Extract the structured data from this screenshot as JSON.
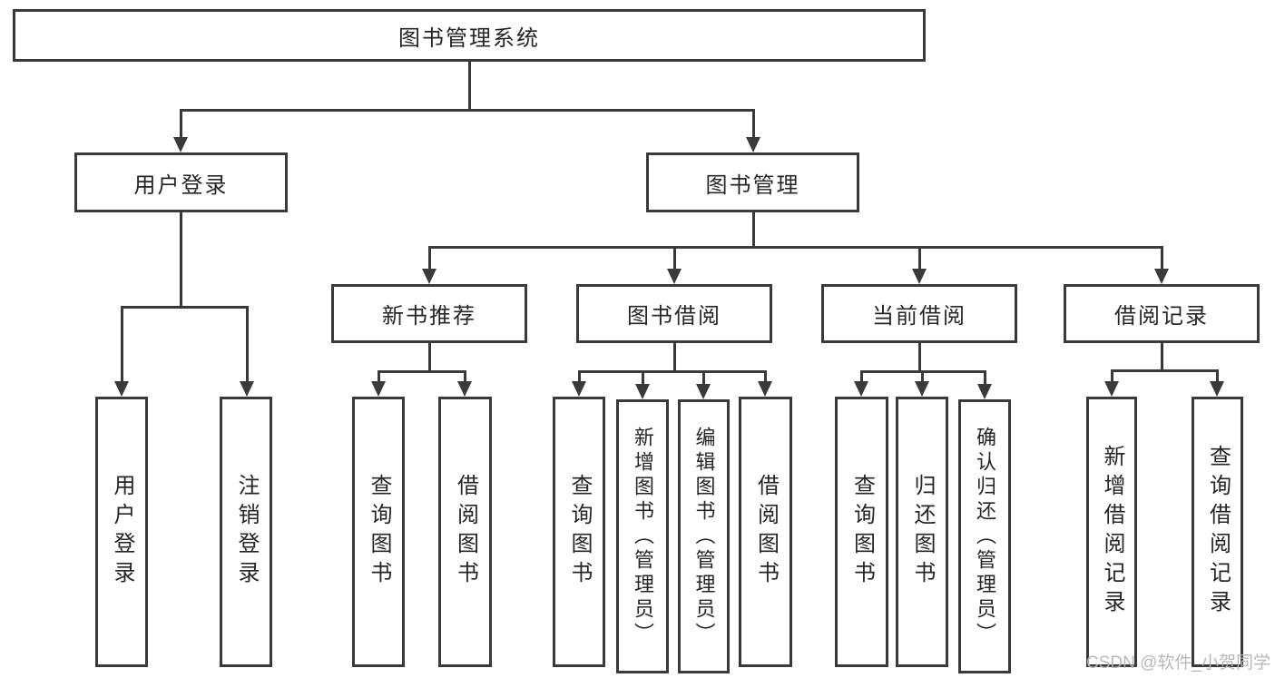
{
  "diagram": {
    "root": {
      "label": "图书管理系统"
    },
    "branches": [
      {
        "label": "用户登录",
        "children": [
          {
            "label": "用户登录"
          },
          {
            "label": "注销登录"
          }
        ]
      },
      {
        "label": "图书管理",
        "children": [
          {
            "label": "新书推荐",
            "children": [
              {
                "label": "查询图书"
              },
              {
                "label": "借阅图书"
              }
            ]
          },
          {
            "label": "图书借阅",
            "children": [
              {
                "label": "查询图书"
              },
              {
                "label": "新增图书（管理员）"
              },
              {
                "label": "编辑图书（管理员）"
              },
              {
                "label": "借阅图书"
              }
            ]
          },
          {
            "label": "当前借阅",
            "children": [
              {
                "label": "查询图书"
              },
              {
                "label": "归还图书"
              },
              {
                "label": "确认归还（管理员）"
              }
            ]
          },
          {
            "label": "借阅记录",
            "children": [
              {
                "label": "新增借阅记录"
              },
              {
                "label": "查询借阅记录"
              }
            ]
          }
        ]
      }
    ]
  },
  "watermark": {
    "text": "CSDN @软件_小贺同学"
  },
  "colors": {
    "line": "#3a3a3a",
    "box_border": "#3a3a3a",
    "text": "#262626",
    "watermark": "#b5b5b5",
    "background": "#ffffff"
  }
}
